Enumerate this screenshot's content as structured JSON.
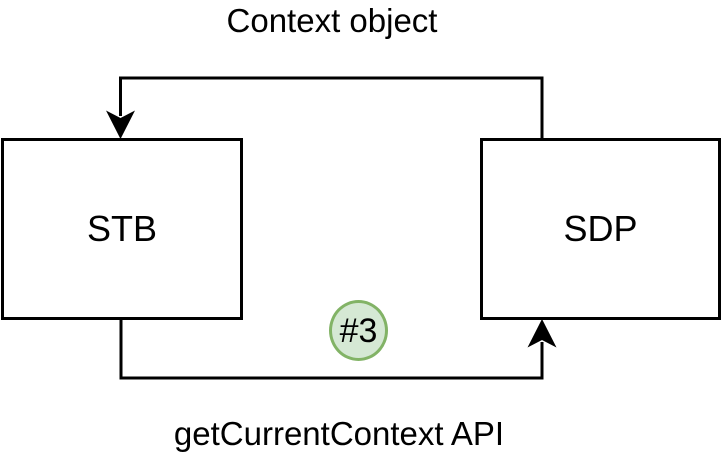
{
  "diagram": {
    "nodes": [
      {
        "label": "STB"
      },
      {
        "label": "SDP"
      }
    ],
    "connectors": [
      {
        "label": "Context object",
        "from": "SDP",
        "to": "STB"
      },
      {
        "label": "getCurrentContext API",
        "from": "STB",
        "to": "SDP",
        "badge": "#3"
      }
    ]
  },
  "colors": {
    "background": "#ffffff",
    "line": "#000000",
    "text": "#000000",
    "node_fill": "#ffffff",
    "node_stroke": "#000000",
    "badge_fill": "#d5e8d4",
    "badge_stroke": "#82b366"
  }
}
